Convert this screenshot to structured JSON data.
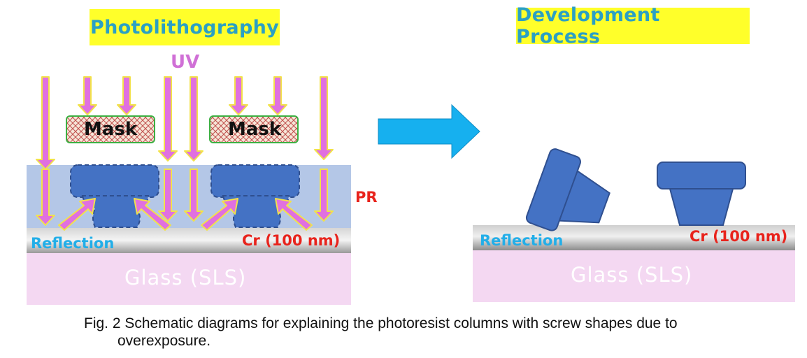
{
  "left": {
    "title": "Photolithography",
    "uv_label": "UV",
    "mask_label_1": "Mask",
    "mask_label_2": "Mask",
    "pr_label": "PR",
    "reflection_label": "Reflection",
    "cr_label": "Cr (100 nm)",
    "glass_label": "Glass (SLS)"
  },
  "right": {
    "title": "Development Process",
    "reflection_label": "Reflection",
    "cr_label": "Cr (100 nm)",
    "glass_label": "Glass (SLS)"
  },
  "caption": {
    "line1": "Fig. 2 Schematic diagrams for explaining the photoresist columns with screw shapes due to",
    "line2": "overexposure."
  },
  "colors": {
    "title_bg": "#ffff2a",
    "title_text": "#2ba0c4",
    "uv_arrow": "#e070e0",
    "uv_outline": "#f2e24a",
    "pr_layer": "#b4c7e7",
    "column": "#4472c4",
    "glass": "#f4d8f2",
    "reflection": "#22aee8",
    "cr_text": "#e8231c",
    "big_arrow": "#16b0ef"
  }
}
